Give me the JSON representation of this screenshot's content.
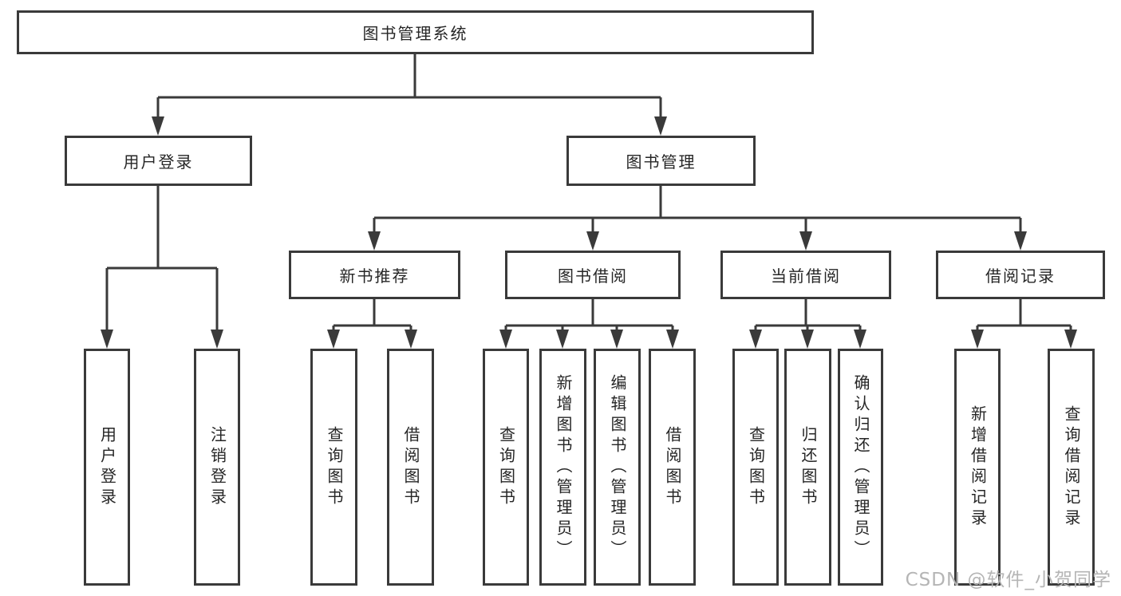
{
  "colors": {
    "line": "#3a3a3a",
    "text": "#262626",
    "box_background": "#ffffff",
    "watermark": "#b5b5b5"
  },
  "tree": {
    "root": {
      "label": "图书管理系统"
    },
    "children": [
      {
        "label": "用户登录",
        "children": [
          {
            "label": "用户登录"
          },
          {
            "label": "注销登录"
          }
        ]
      },
      {
        "label": "图书管理",
        "children": [
          {
            "label": "新书推荐",
            "children": [
              {
                "label": "查询图书"
              },
              {
                "label": "借阅图书"
              }
            ]
          },
          {
            "label": "图书借阅",
            "children": [
              {
                "label": "查询图书"
              },
              {
                "label": "新增图书（管理员）"
              },
              {
                "label": "编辑图书（管理员）"
              },
              {
                "label": "借阅图书"
              }
            ]
          },
          {
            "label": "当前借阅",
            "children": [
              {
                "label": "查询图书"
              },
              {
                "label": "归还图书"
              },
              {
                "label": "确认归还（管理员）"
              }
            ]
          },
          {
            "label": "借阅记录",
            "children": [
              {
                "label": "新增借阅记录"
              },
              {
                "label": "查询借阅记录"
              }
            ]
          }
        ]
      }
    ]
  },
  "watermark": {
    "text": "CSDN @软件_小贺同学"
  }
}
